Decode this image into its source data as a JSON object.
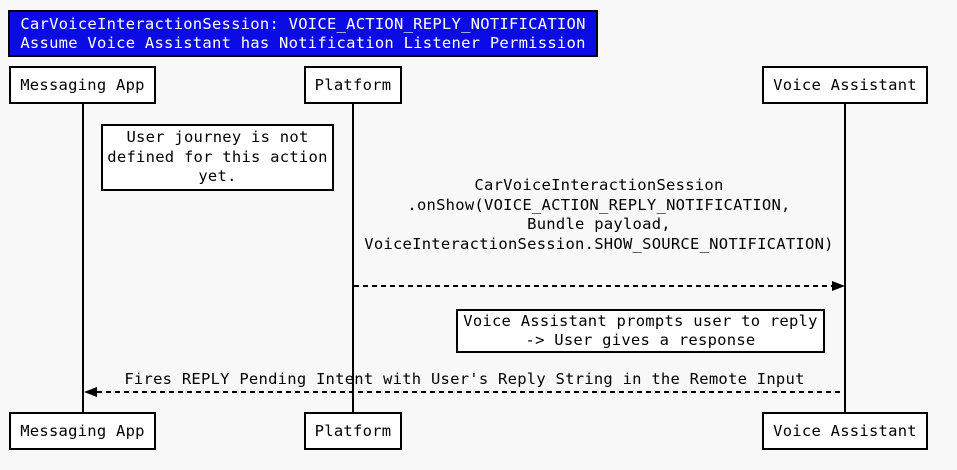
{
  "title": {
    "lines": [
      "CarVoiceInteractionSession: VOICE_ACTION_REPLY_NOTIFICATION",
      "Assume Voice Assistant has Notification Listener Permission"
    ]
  },
  "participants": [
    {
      "id": "messaging-app",
      "label": "Messaging App"
    },
    {
      "id": "platform",
      "label": "Platform"
    },
    {
      "id": "voice-assistant",
      "label": "Voice Assistant"
    }
  ],
  "notes": [
    {
      "over": "Messaging App",
      "lines": [
        "User journey is not",
        "defined for this action",
        "yet."
      ]
    },
    {
      "over": "Voice Assistant",
      "lines": [
        "Voice Assistant prompts user to reply",
        "-> User gives a response"
      ]
    }
  ],
  "messages": [
    {
      "from": "Platform",
      "to": "Voice Assistant",
      "style": "dashed",
      "lines": [
        "CarVoiceInteractionSession",
        ".onShow(VOICE_ACTION_REPLY_NOTIFICATION,",
        "Bundle payload,",
        "VoiceInteractionSession.SHOW_SOURCE_NOTIFICATION)"
      ]
    },
    {
      "from": "Voice Assistant",
      "to": "Messaging App",
      "style": "dashed",
      "lines": [
        "Fires REPLY Pending Intent with User's Reply String in the Remote Input"
      ]
    }
  ],
  "colors": {
    "background": "#F8F8F8",
    "box_fill": "#FFFFFF",
    "stroke": "#000000",
    "title_bg": "#0B0BE6",
    "title_text": "#FFFFFF"
  }
}
